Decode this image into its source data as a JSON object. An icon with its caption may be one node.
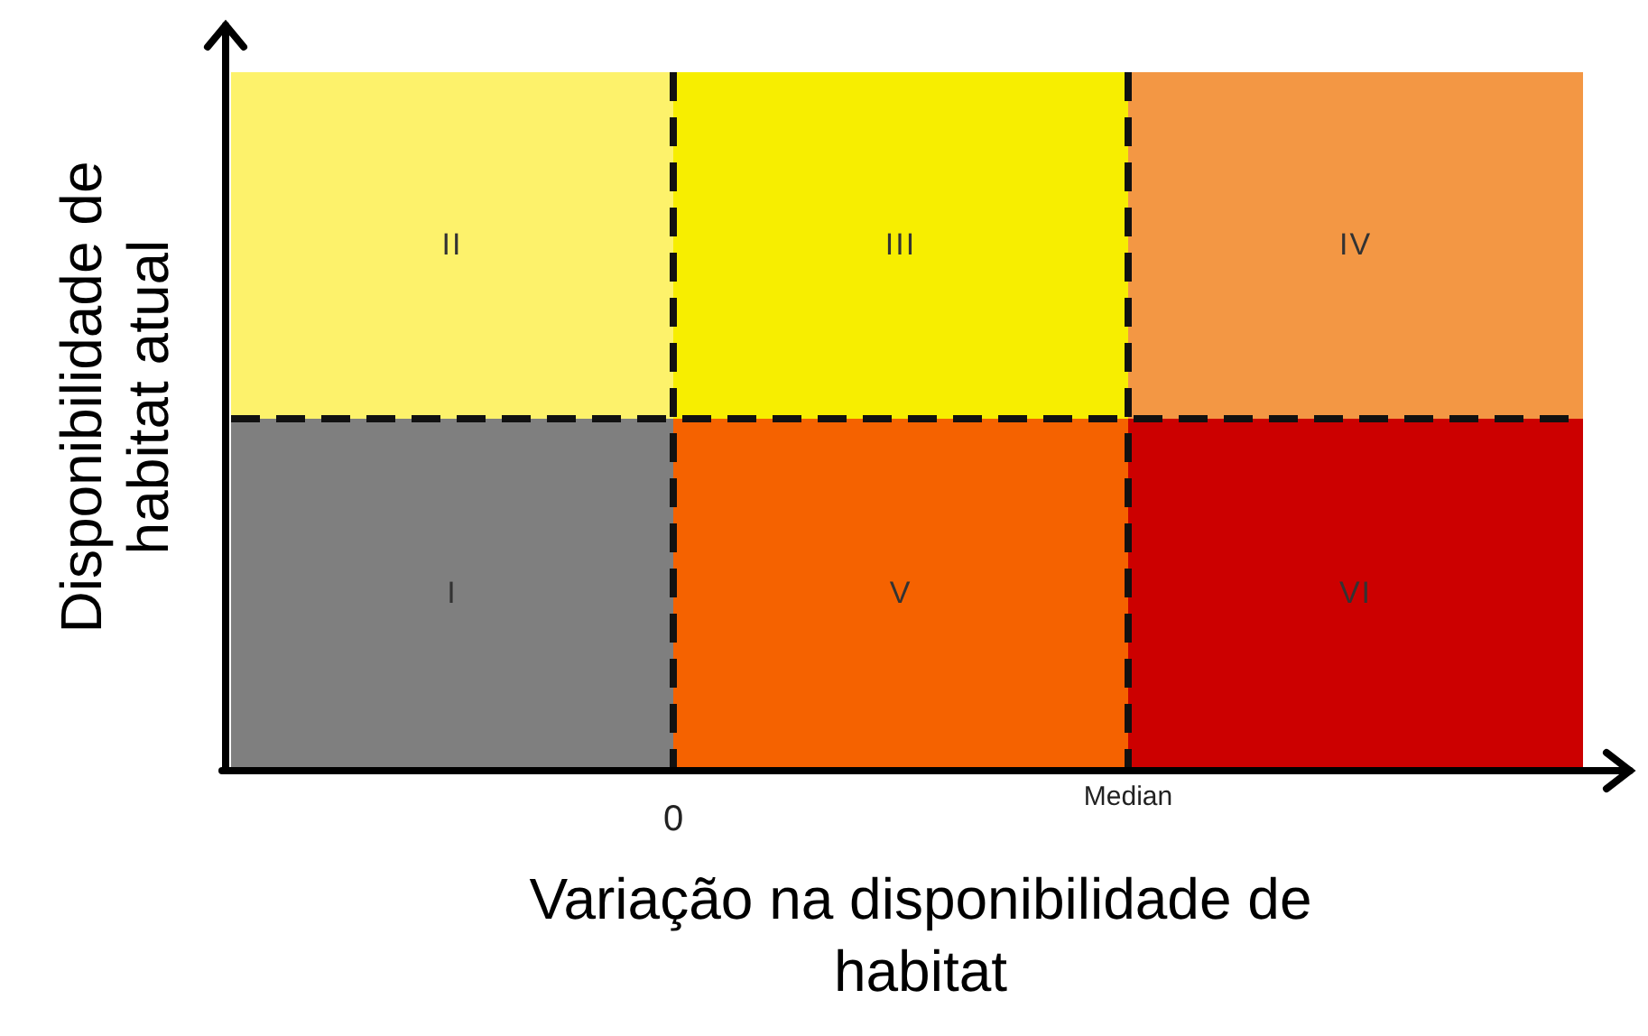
{
  "diagram": {
    "nodes": [
      {
        "text": [
          "II"
        ]
      },
      {
        "text": [
          "III"
        ]
      },
      {
        "text": [
          "IV"
        ]
      },
      {
        "text": [
          "I"
        ]
      },
      {
        "text": [
          "V"
        ]
      },
      {
        "text": [
          "VI"
        ]
      }
    ],
    "labels": [
      "Disponibilidade de habitat atual",
      "0",
      "Median",
      "Variação na disponibilidade de habitat"
    ]
  }
}
